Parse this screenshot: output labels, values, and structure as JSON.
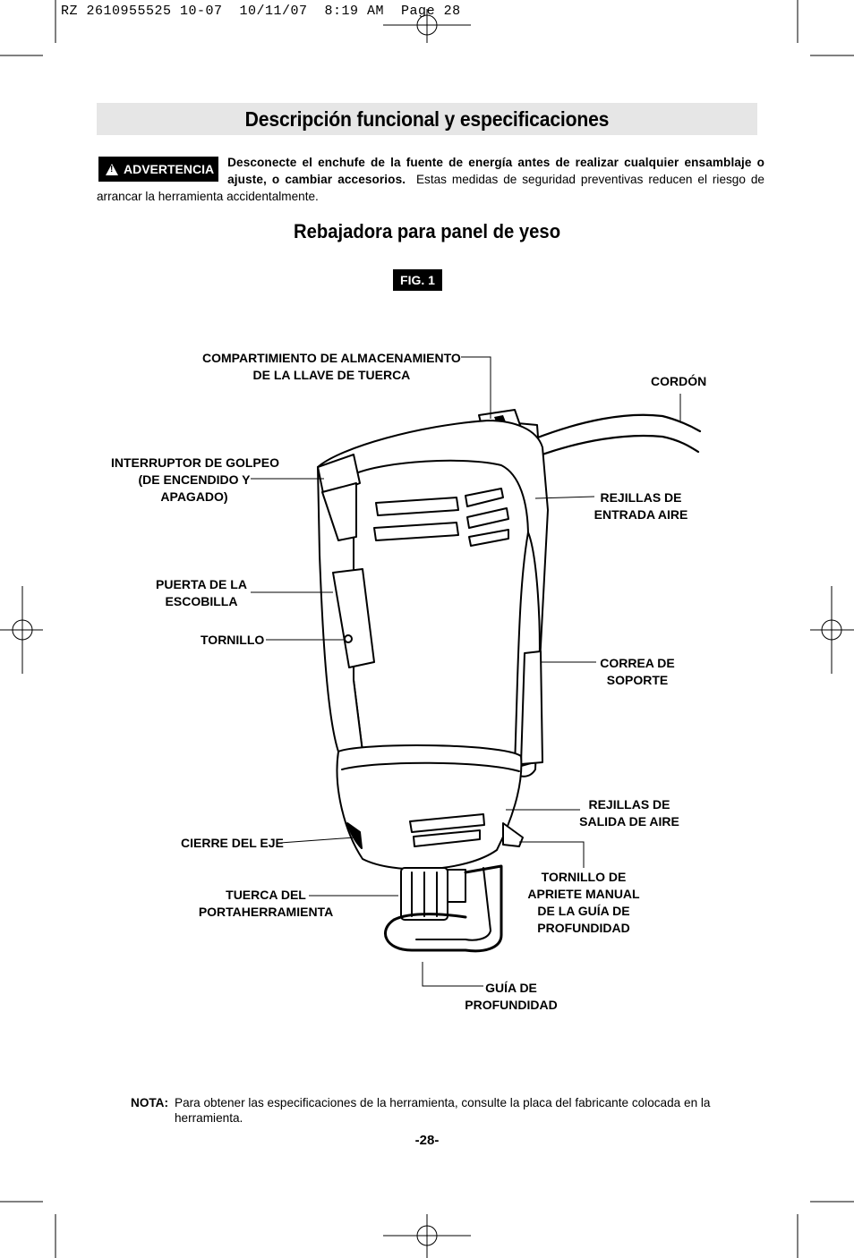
{
  "slug": "RZ 2610955525 10-07  10/11/07  8:19 AM  Page 28",
  "section_title": "Descripción funcional y especificaciones",
  "warning": {
    "badge": "ADVERTENCIA",
    "bold_text": "Desconecte el enchufe de la fuente de energía antes de realizar cualquier ensamblaje o ajuste, o cambiar accesorios.",
    "text": "Estas medidas de seguridad preventivas reducen el riesgo de arrancar la herramienta accidentalmente."
  },
  "subtitle": "Rebajadora para panel de yeso",
  "figure_label": "FIG. 1",
  "callouts": {
    "compartment": [
      "COMPARTIMIENTO DE ALMACENAMIENTO",
      "DE LA LLAVE DE TUERCA"
    ],
    "cord": [
      "CORDÓN"
    ],
    "switch": [
      "INTERRUPTOR DE GOLPEO",
      "(DE ENCENDIDO Y",
      "APAGADO)"
    ],
    "intake_vents": [
      "REJILLAS DE",
      "ENTRADA AIRE"
    ],
    "brush_door": [
      "PUERTA DE LA",
      "ESCOBILLA"
    ],
    "screw": [
      "TORNILLO"
    ],
    "strap": [
      "CORREA DE",
      "SOPORTE"
    ],
    "exhaust_vents": [
      "REJILLAS DE",
      "SALIDA DE AIRE"
    ],
    "shaft_lock": [
      "CIERRE DEL EJE"
    ],
    "thumb_screw": [
      "TORNILLO DE",
      "APRIETE MANUAL",
      "DE LA GUÍA DE",
      "PROFUNDIDAD"
    ],
    "collet_nut": [
      "TUERCA DEL",
      "PORTAHERRAMIENTA"
    ],
    "depth_guide": [
      "GUÍA DE",
      "PROFUNDIDAD"
    ]
  },
  "note": {
    "label": "NOTA:",
    "text": "Para obtener las especificaciones de la herramienta, consulte la placa del fabricante colocada en la herramienta."
  },
  "page_number": "-28-"
}
